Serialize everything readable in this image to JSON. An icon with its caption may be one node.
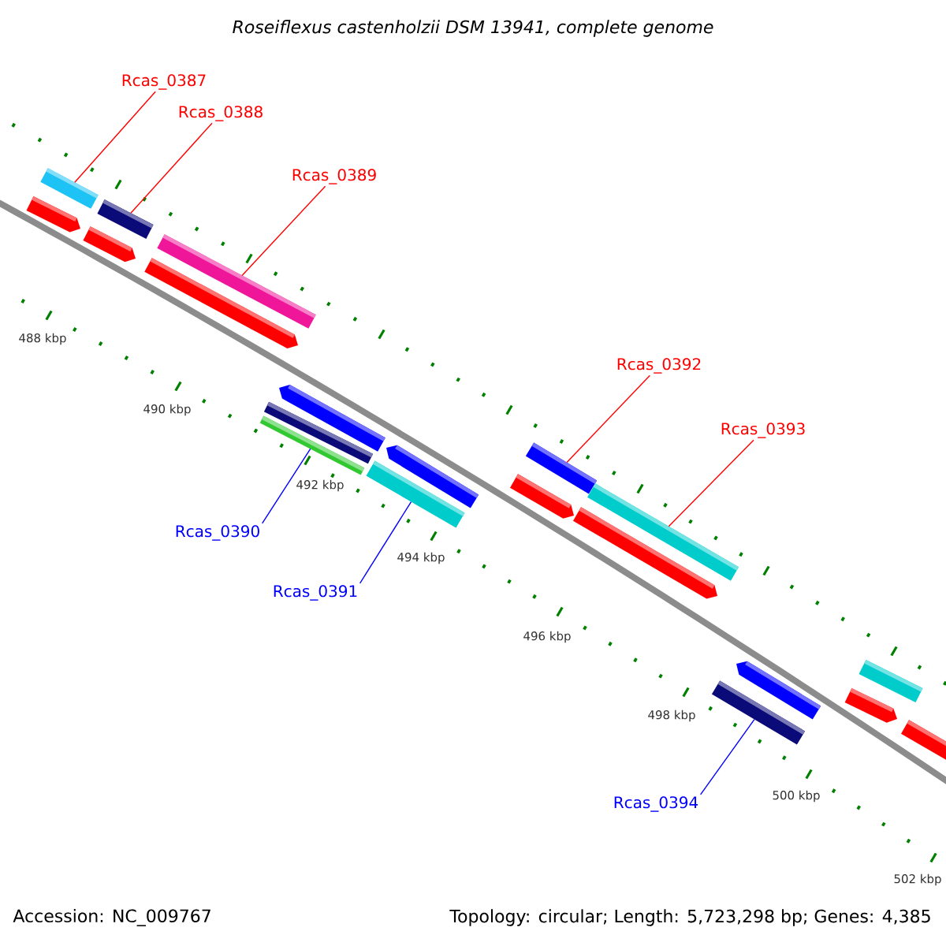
{
  "diagram": {
    "title": "Roseiflexus castenholzii DSM 13941, complete genome",
    "nodes": [
      {
        "text": [
          "Rcas_0387"
        ]
      },
      {
        "text": [
          "Rcas_0388"
        ]
      },
      {
        "text": [
          "Rcas_0389"
        ]
      },
      {
        "text": [
          "Rcas_0390"
        ]
      },
      {
        "text": [
          "Rcas_0391"
        ]
      },
      {
        "text": [
          "Rcas_0392"
        ]
      },
      {
        "text": [
          "Rcas_0393"
        ]
      },
      {
        "text": [
          "Rcas_0394"
        ]
      },
      {
        "text": [],
        "shape": "bar"
      },
      {
        "text": [],
        "shape": "bar"
      },
      {
        "text": [],
        "shape": "bar"
      },
      {
        "text": [],
        "shape": "bar"
      },
      {
        "text": [],
        "shape": "bar"
      },
      {
        "text": [],
        "shape": "bar"
      },
      {
        "text": [],
        "shape": "bar"
      },
      {
        "text": [],
        "shape": "bar"
      }
    ],
    "edges": [
      {
        "from": 0,
        "to": 8,
        "arrow": "none"
      },
      {
        "from": 1,
        "to": 9,
        "arrow": "none"
      },
      {
        "from": 2,
        "to": 10,
        "arrow": "none"
      },
      {
        "from": 3,
        "to": 11,
        "arrow": "none",
        "color": "#0000ff"
      },
      {
        "from": 4,
        "to": 12,
        "arrow": "none",
        "color": "#0000ff"
      },
      {
        "from": 5,
        "to": 13,
        "arrow": "none"
      },
      {
        "from": 6,
        "to": 14,
        "arrow": "none"
      },
      {
        "from": 7,
        "to": 15,
        "arrow": "none",
        "color": "#0000ff"
      }
    ],
    "labels": [
      "488 kbp",
      "490 kbp",
      "492 kbp",
      "494 kbp",
      "496 kbp",
      "498 kbp",
      "500 kbp",
      "502 kbp",
      "Accession: NC_009767",
      "Topology: circular; Length: 5,723,298 bp; Genes: 4,385"
    ]
  }
}
